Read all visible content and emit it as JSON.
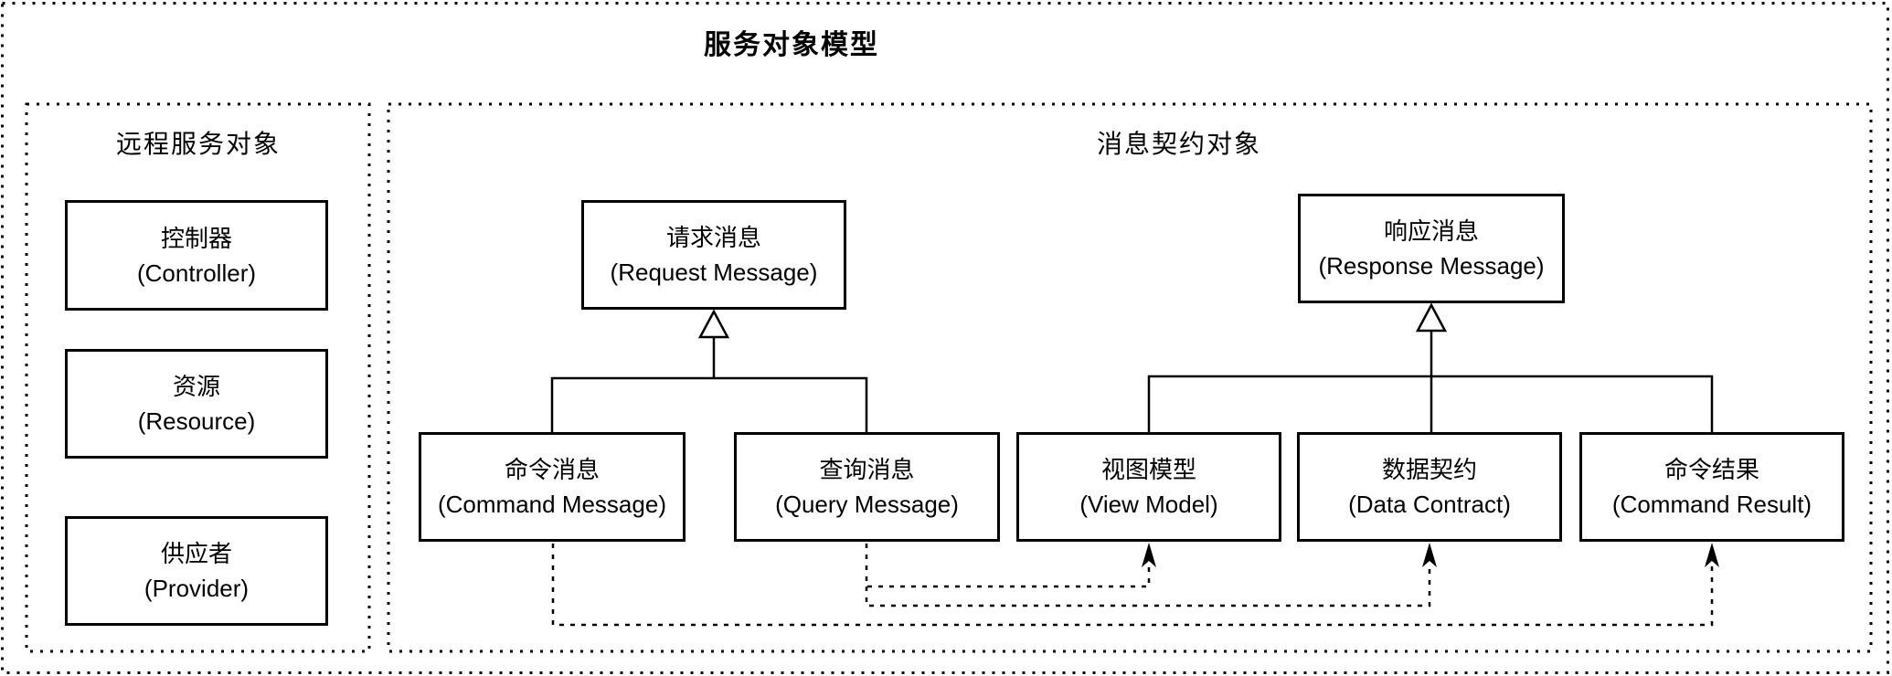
{
  "title": "服务对象模型",
  "colors": {
    "line": "#000000",
    "background": "#ffffff",
    "text": "#000000"
  },
  "panels": {
    "remote": {
      "header": "远程服务对象",
      "boxes": [
        {
          "zh": "控制器",
          "en": "(Controller)"
        },
        {
          "zh": "资源",
          "en": "(Resource)"
        },
        {
          "zh": "供应者",
          "en": "(Provider)"
        }
      ]
    },
    "message": {
      "header": "消息契约对象",
      "parents": [
        {
          "zh": "请求消息",
          "en": "(Request Message)"
        },
        {
          "zh": "响应消息",
          "en": "(Response Message)"
        }
      ],
      "children": [
        {
          "zh": "命令消息",
          "en": "(Command Message)"
        },
        {
          "zh": "查询消息",
          "en": "(Query Message)"
        },
        {
          "zh": "视图模型",
          "en": "(View Model)"
        },
        {
          "zh": "数据契约",
          "en": "(Data Contract)"
        },
        {
          "zh": "命令结果",
          "en": "(Command Result)"
        }
      ]
    }
  },
  "relations": {
    "inheritance": [
      {
        "from": "命令消息",
        "to": "请求消息"
      },
      {
        "from": "查询消息",
        "to": "请求消息"
      },
      {
        "from": "视图模型",
        "to": "响应消息"
      },
      {
        "from": "数据契约",
        "to": "响应消息"
      },
      {
        "from": "命令结果",
        "to": "响应消息"
      }
    ],
    "dependency": [
      {
        "from": "查询消息",
        "to": "视图模型"
      },
      {
        "from": "查询消息",
        "to": "数据契约"
      },
      {
        "from": "命令消息",
        "to": "命令结果"
      }
    ]
  }
}
